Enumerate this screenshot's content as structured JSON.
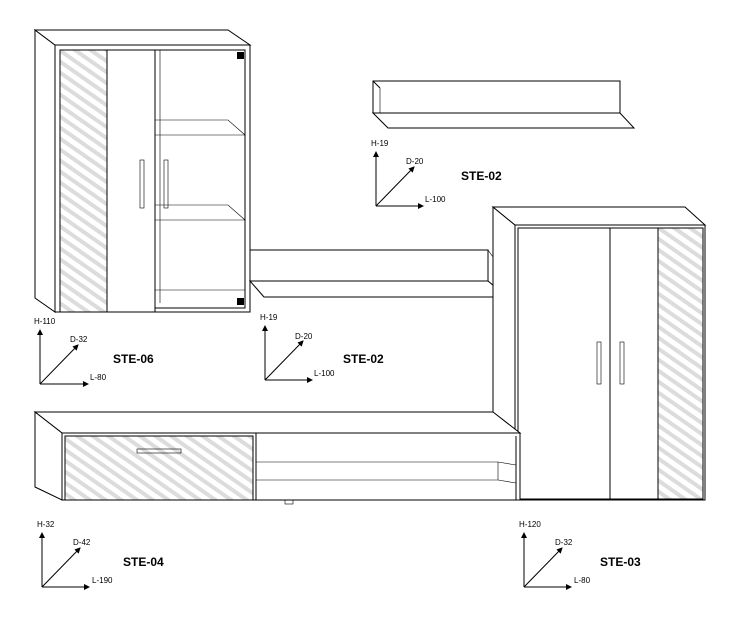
{
  "units": [
    {
      "id": "ste-06",
      "code": "STE-06",
      "height": "H-110",
      "depth": "D-32",
      "length": "L-80"
    },
    {
      "id": "ste-02-top",
      "code": "STE-02",
      "height": "H-19",
      "depth": "D-20",
      "length": "L-100"
    },
    {
      "id": "ste-02-mid",
      "code": "STE-02",
      "height": "H-19",
      "depth": "D-20",
      "length": "L-100"
    },
    {
      "id": "ste-04",
      "code": "STE-04",
      "height": "H-32",
      "depth": "D-42",
      "length": "L-190"
    },
    {
      "id": "ste-03",
      "code": "STE-03",
      "height": "H-120",
      "depth": "D-32",
      "length": "L-80"
    }
  ],
  "colors": {
    "line": "#000000",
    "glass_hatch": "#d9d9d9",
    "background": "#ffffff"
  }
}
